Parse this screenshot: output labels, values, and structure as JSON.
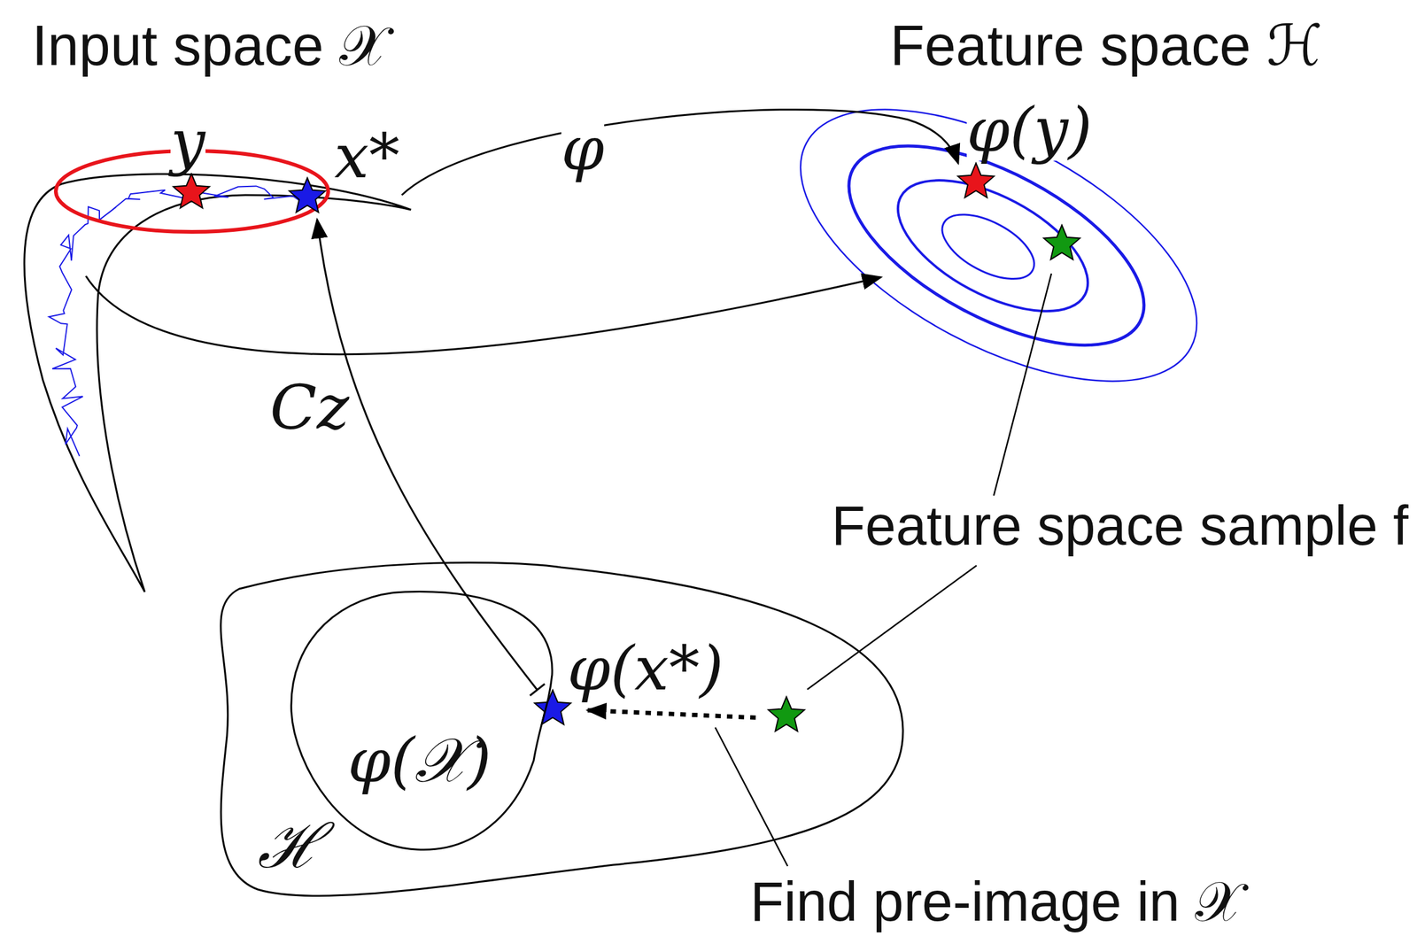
{
  "diagram": {
    "nodes": [
      {
        "text": [
          "ℋ"
        ]
      },
      {
        "text": [
          "φ(𝒳)"
        ],
        "in": 0
      }
    ],
    "labels": [
      "Input space 𝒳",
      "Feature space ℋ",
      "y",
      "x*",
      "φ",
      "φ(y)",
      "Cz",
      "Feature space sample f",
      "φ(x*)",
      "Find pre-image in 𝒳"
    ]
  }
}
